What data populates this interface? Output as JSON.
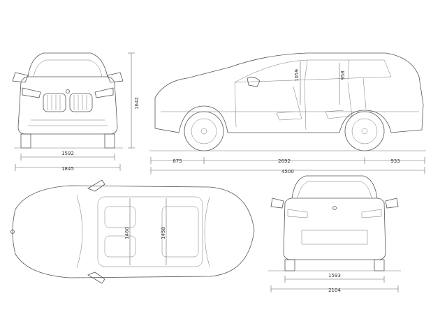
{
  "colors": {
    "line": "#555555",
    "dimension": "#666666",
    "background": "#ffffff"
  },
  "dimensions": {
    "front_track": "1592",
    "overall_width": "1845",
    "overall_height": "1642",
    "front_overhang": "875",
    "wheelbase": "2692",
    "rear_overhang": "933",
    "overall_length": "4500",
    "front_headroom": "1059",
    "rear_headroom": "958",
    "front_shoulder_width": "1460",
    "rear_shoulder_width": "1458",
    "rear_track": "1593",
    "width_with_mirrors": "2104"
  }
}
